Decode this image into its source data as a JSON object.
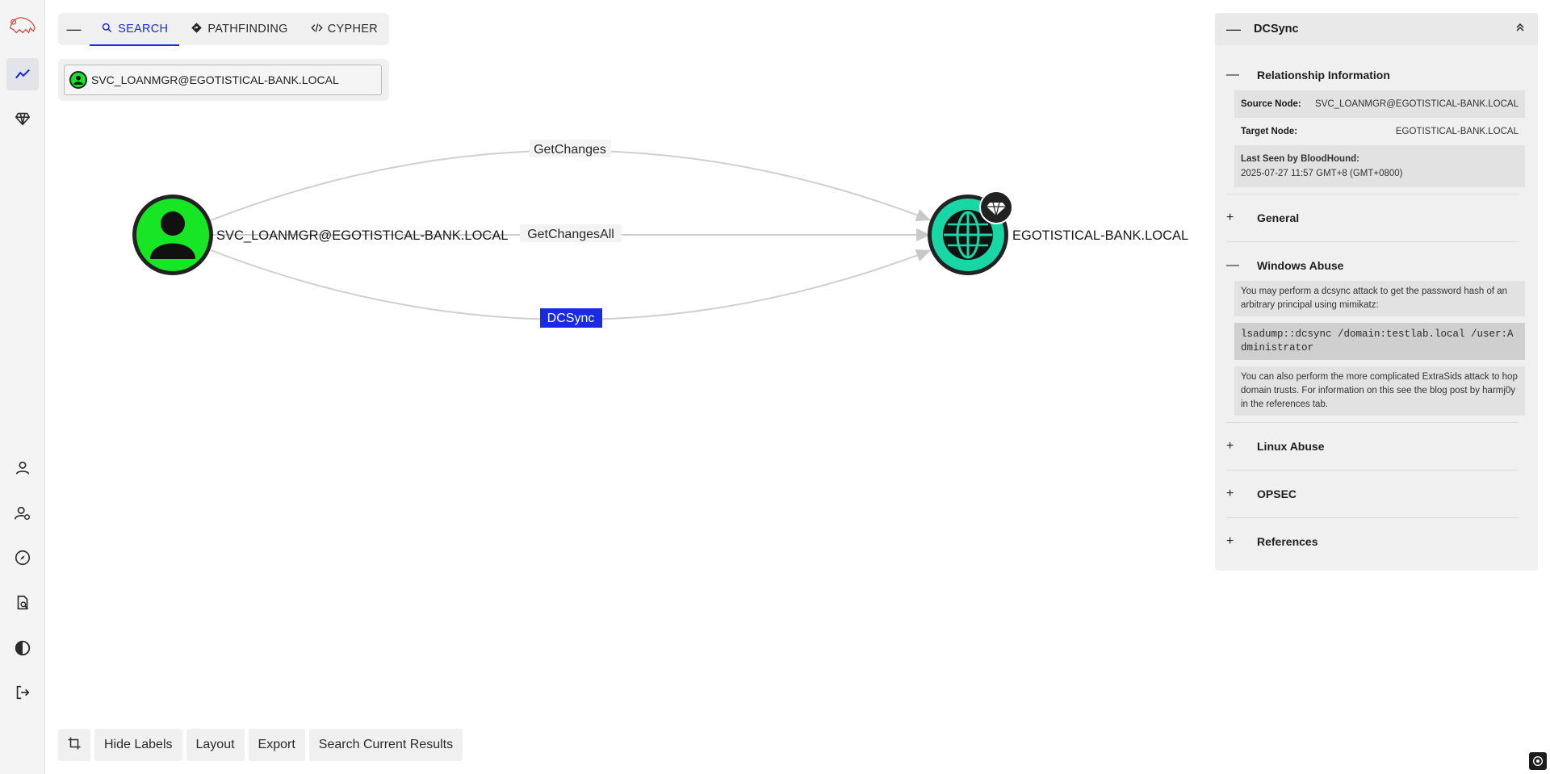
{
  "search_header": {
    "tabs": [
      {
        "label": "SEARCH",
        "icon": "search-icon",
        "active": true
      },
      {
        "label": "PATHFINDING",
        "icon": "diamond-arrow-icon",
        "active": false
      },
      {
        "label": "CYPHER",
        "icon": "code-icon",
        "active": false
      }
    ]
  },
  "search": {
    "value": "SVC_LOANMGR@EGOTISTICAL-BANK.LOCAL"
  },
  "graph": {
    "source_node": "SVC_LOANMGR@EGOTISTICAL-BANK.LOCAL",
    "target_node": "EGOTISTICAL-BANK.LOCAL",
    "edges": [
      "GetChanges",
      "GetChangesAll",
      "DCSync"
    ],
    "selected_edge": "DCSync",
    "colors": {
      "user_node": "#17e625",
      "domain_node": "#19d6a5",
      "selected_edge": "#1a2ae0"
    }
  },
  "panel": {
    "title": "DCSync",
    "relationship": {
      "heading": "Relationship Information",
      "source_label": "Source Node:",
      "source_value": "SVC_LOANMGR@EGOTISTICAL-BANK.LOCAL",
      "target_label": "Target Node:",
      "target_value": "EGOTISTICAL-BANK.LOCAL",
      "last_seen_label": "Last Seen by BloodHound:",
      "last_seen_value": "2025-07-27 11:57 GMT+8 (GMT+0800)"
    },
    "general": "General",
    "windows_abuse": {
      "heading": "Windows Abuse",
      "p1": "You may perform a dcsync attack to get the password hash of an arbitrary principal using mimikatz:",
      "code": "lsadump::dcsync /domain:testlab.local /user:Administrator",
      "p2": "You can also perform the more complicated ExtraSids attack to hop domain trusts. For information on this see the blog post by harmj0y in the references tab."
    },
    "linux_abuse": "Linux Abuse",
    "opsec": "OPSEC",
    "references": "References"
  },
  "toolbar": {
    "hide_labels": "Hide Labels",
    "layout": "Layout",
    "export": "Export",
    "search_current": "Search Current Results"
  }
}
